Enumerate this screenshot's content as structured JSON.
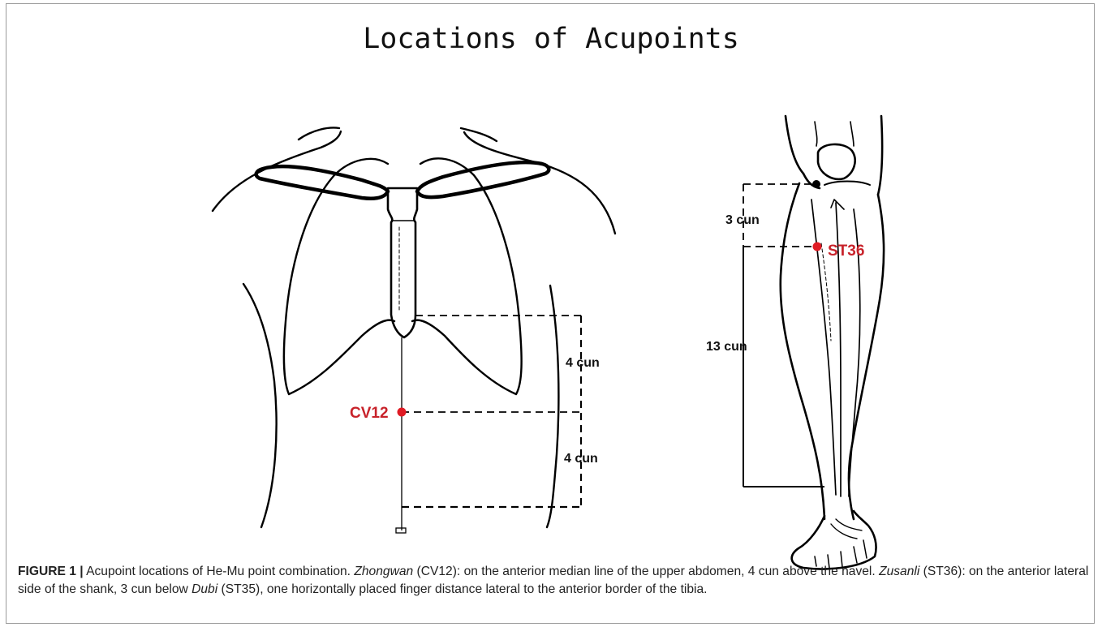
{
  "title": "Locations of Acupoints",
  "colors": {
    "point": "#e01b24",
    "point_label": "#c8222a",
    "line": "#000000"
  },
  "torso": {
    "point_label": "CV12",
    "upper_measure": "4 cun",
    "lower_measure": "4 cun"
  },
  "leg": {
    "point_label": "ST36",
    "upper_measure": "3 cun",
    "lower_measure": "13 cun"
  },
  "caption": {
    "label": "FIGURE 1 |",
    "text_1": " Acupoint locations of He-Mu point combination. ",
    "term_1": "Zhongwan",
    "text_2": " (CV12): on the anterior median line of the upper abdomen, 4 cun above the navel. ",
    "term_2": "Zusanli",
    "text_3": " (ST36): on the anterior lateral side of the shank, 3 cun below ",
    "term_3": "Dubi",
    "text_4": " (ST35), one horizontally placed finger distance lateral to the anterior border of the tibia."
  }
}
